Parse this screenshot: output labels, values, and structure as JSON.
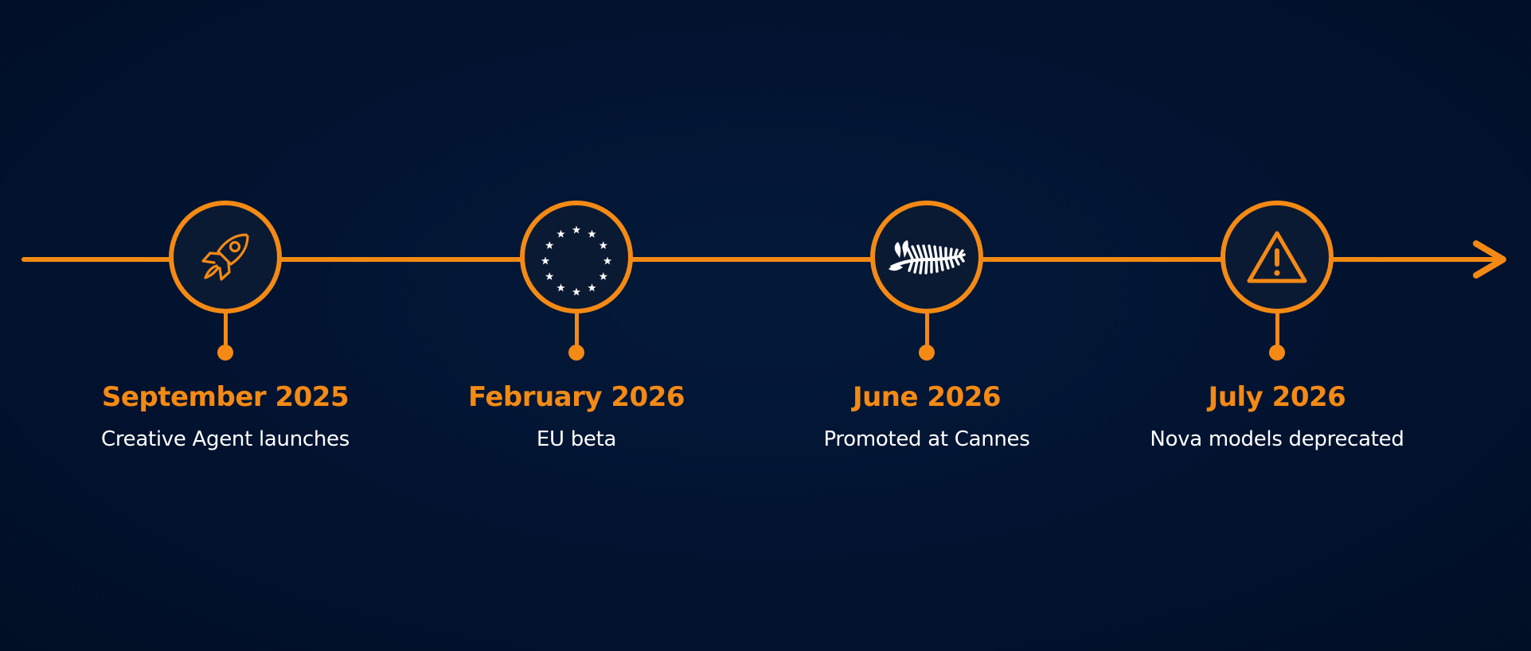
{
  "colors": {
    "background": "#01122a",
    "accent": "#f48a14",
    "text": "#ffffff",
    "node_fill": "#0b1a33"
  },
  "timeline": {
    "events": [
      {
        "date": "September 2025",
        "description": "Creative Agent launches",
        "icon": "rocket-icon"
      },
      {
        "date": "February 2026",
        "description": "EU beta",
        "icon": "eu-stars-icon"
      },
      {
        "date": "June 2026",
        "description": "Promoted at Cannes",
        "icon": "palm-leaf-icon"
      },
      {
        "date": "July 2026",
        "description": "Nova models deprecated",
        "icon": "warning-icon"
      }
    ]
  }
}
